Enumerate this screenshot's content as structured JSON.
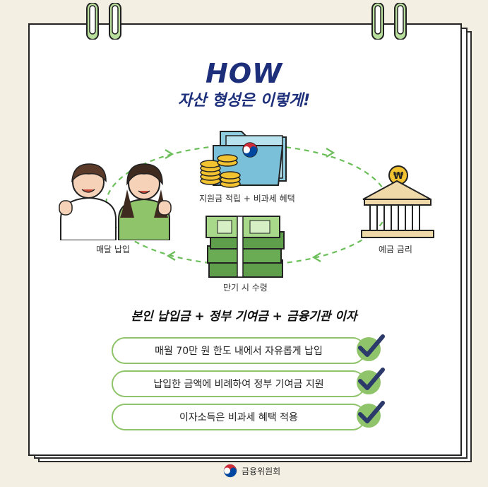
{
  "header": {
    "how": "HOW",
    "subtitle": "자산 형성은 이렇게!"
  },
  "cycle": {
    "top_label": "지원금 적립 + 비과세 혜택",
    "left_label": "매달 납입",
    "right_label": "예금 금리",
    "bottom_label": "만기 시 수령"
  },
  "formula": "본인 납입금 + 정부 기여금 + 금융기관 이자",
  "benefits": [
    {
      "text": "매월 70만 원 한도 내에서 자유롭게 납입"
    },
    {
      "text": "납입한 금액에 비례하여 정부 기여금 지원"
    },
    {
      "text": "이자소득은 비과세 혜택 적용"
    }
  ],
  "footer": {
    "org": "금융위원회"
  },
  "colors": {
    "navy": "#1d2f7a",
    "green": "#8fc46a",
    "check": "#2b3a6b",
    "dashed": "#6cbf5a"
  }
}
